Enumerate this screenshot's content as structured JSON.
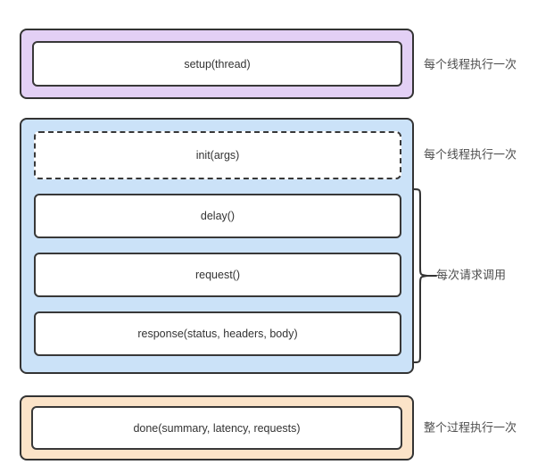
{
  "colors": {
    "setup_stage_fill": "#E3D0F5",
    "thread_stage_fill": "#CBE2F8",
    "done_stage_fill": "#FBE3C8",
    "node_fill": "#FFFFFF",
    "border": "#333333",
    "node_text": "#333333",
    "annotation_text": "#4D4D4D"
  },
  "stages": {
    "setup": {
      "node_label": "setup(thread)",
      "annotation": "每个线程执行一次"
    },
    "thread": {
      "nodes": {
        "init": "init(args)",
        "delay": "delay()",
        "request": "request()",
        "response": "response(status, headers, body)"
      },
      "init_annotation": "每个线程执行一次",
      "per_request_annotation": "每次请求调用"
    },
    "done": {
      "node_label": "done(summary, latency, requests)",
      "annotation": "整个过程执行一次"
    }
  }
}
